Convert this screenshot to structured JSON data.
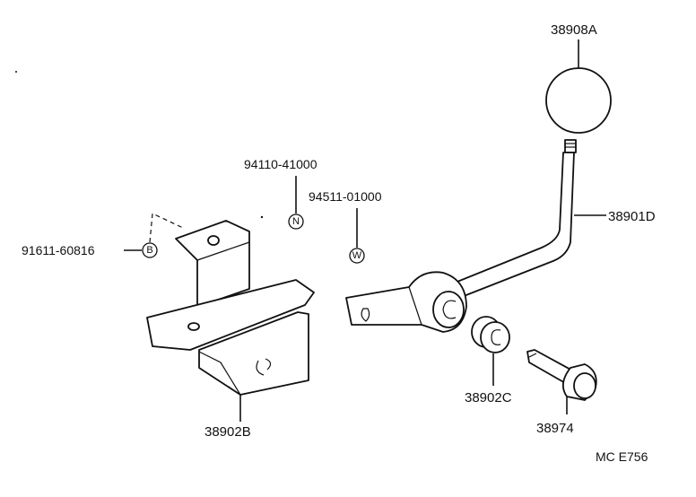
{
  "labels": {
    "knob": "38908A",
    "lever": "38901D",
    "bushing": "38902C",
    "bolt": "38974",
    "bracket": "38902B",
    "nut_part": "94110-41000",
    "washer_part": "94511-01000",
    "bolt_part": "91611-60816",
    "drawing_code": "MC E756"
  },
  "badges": {
    "nut": "N",
    "washer": "W",
    "bolt": "B"
  }
}
